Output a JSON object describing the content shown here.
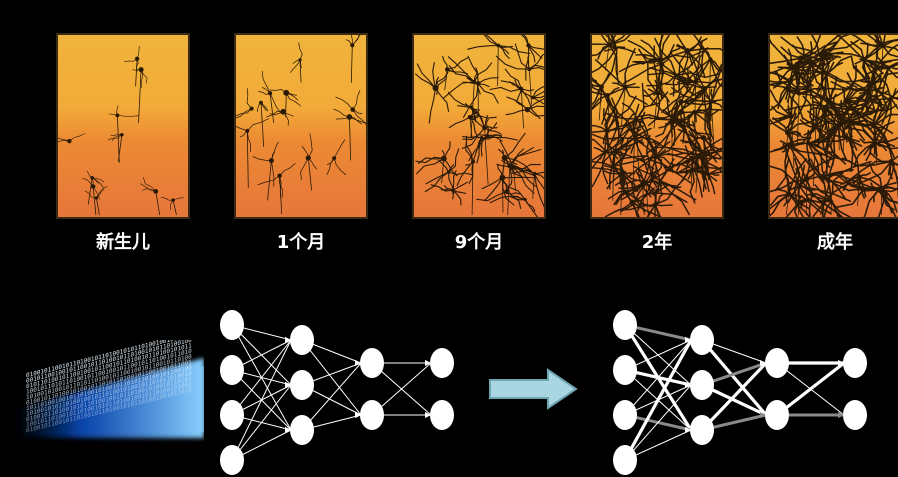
{
  "stages": [
    {
      "label": "新生儿",
      "density": 1
    },
    {
      "label": "1个月",
      "density": 2
    },
    {
      "label": "9个月",
      "density": 5
    },
    {
      "label": "2年",
      "density": 8
    },
    {
      "label": "成年",
      "density": 9
    }
  ],
  "binary_text": "0100101100101101001011010010101101001001011010010100101101011010010110",
  "colors": {
    "background": "#000000",
    "panel_top": "#f0b43c",
    "panel_bottom": "#e6763a",
    "neuron": "#2a1a08",
    "arrow_fill": "#a9d6e0",
    "data_blue": "#2f8cff"
  }
}
